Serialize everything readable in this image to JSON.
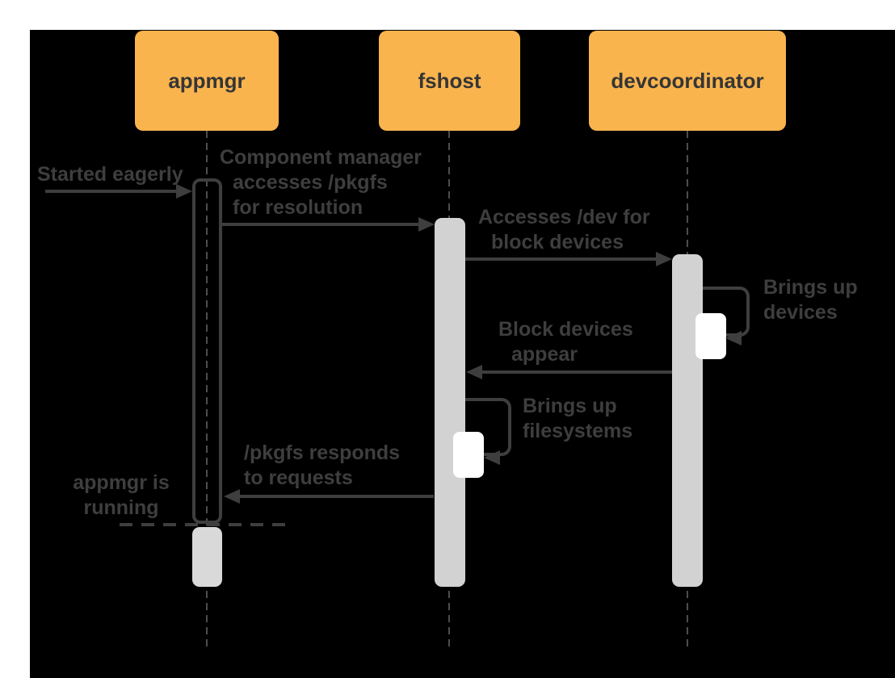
{
  "diagram": {
    "type": "sequence-diagram",
    "actors": [
      {
        "id": "appmgr",
        "label": "appmgr"
      },
      {
        "id": "fshost",
        "label": "fshost"
      },
      {
        "id": "devcoordinator",
        "label": "devcoordinator"
      }
    ],
    "labels": {
      "started_eagerly": "Started eagerly",
      "component_manager": "Component manager\naccesses /pkgfs\nfor resolution",
      "accesses_dev": "Accesses /dev for\nblock devices",
      "brings_up_devices": "Brings up\ndevices",
      "block_devices_appear": "Block devices\nappear",
      "brings_up_filesystems": "Brings up\nfilesystems",
      "pkgfs_responds": "/pkgfs responds\nto requests",
      "appmgr_running": "appmgr is\nrunning"
    },
    "colors": {
      "page_bg": "#FFFFFF",
      "canvas_bg": "#000000",
      "actor_fill": "#F9B44E",
      "line_and_text": "#3E3E3E",
      "activation_fill": "#D2D2D2",
      "nested_activation_fill": "#FFFFFF",
      "lifeline": "#4D4D4D"
    }
  }
}
